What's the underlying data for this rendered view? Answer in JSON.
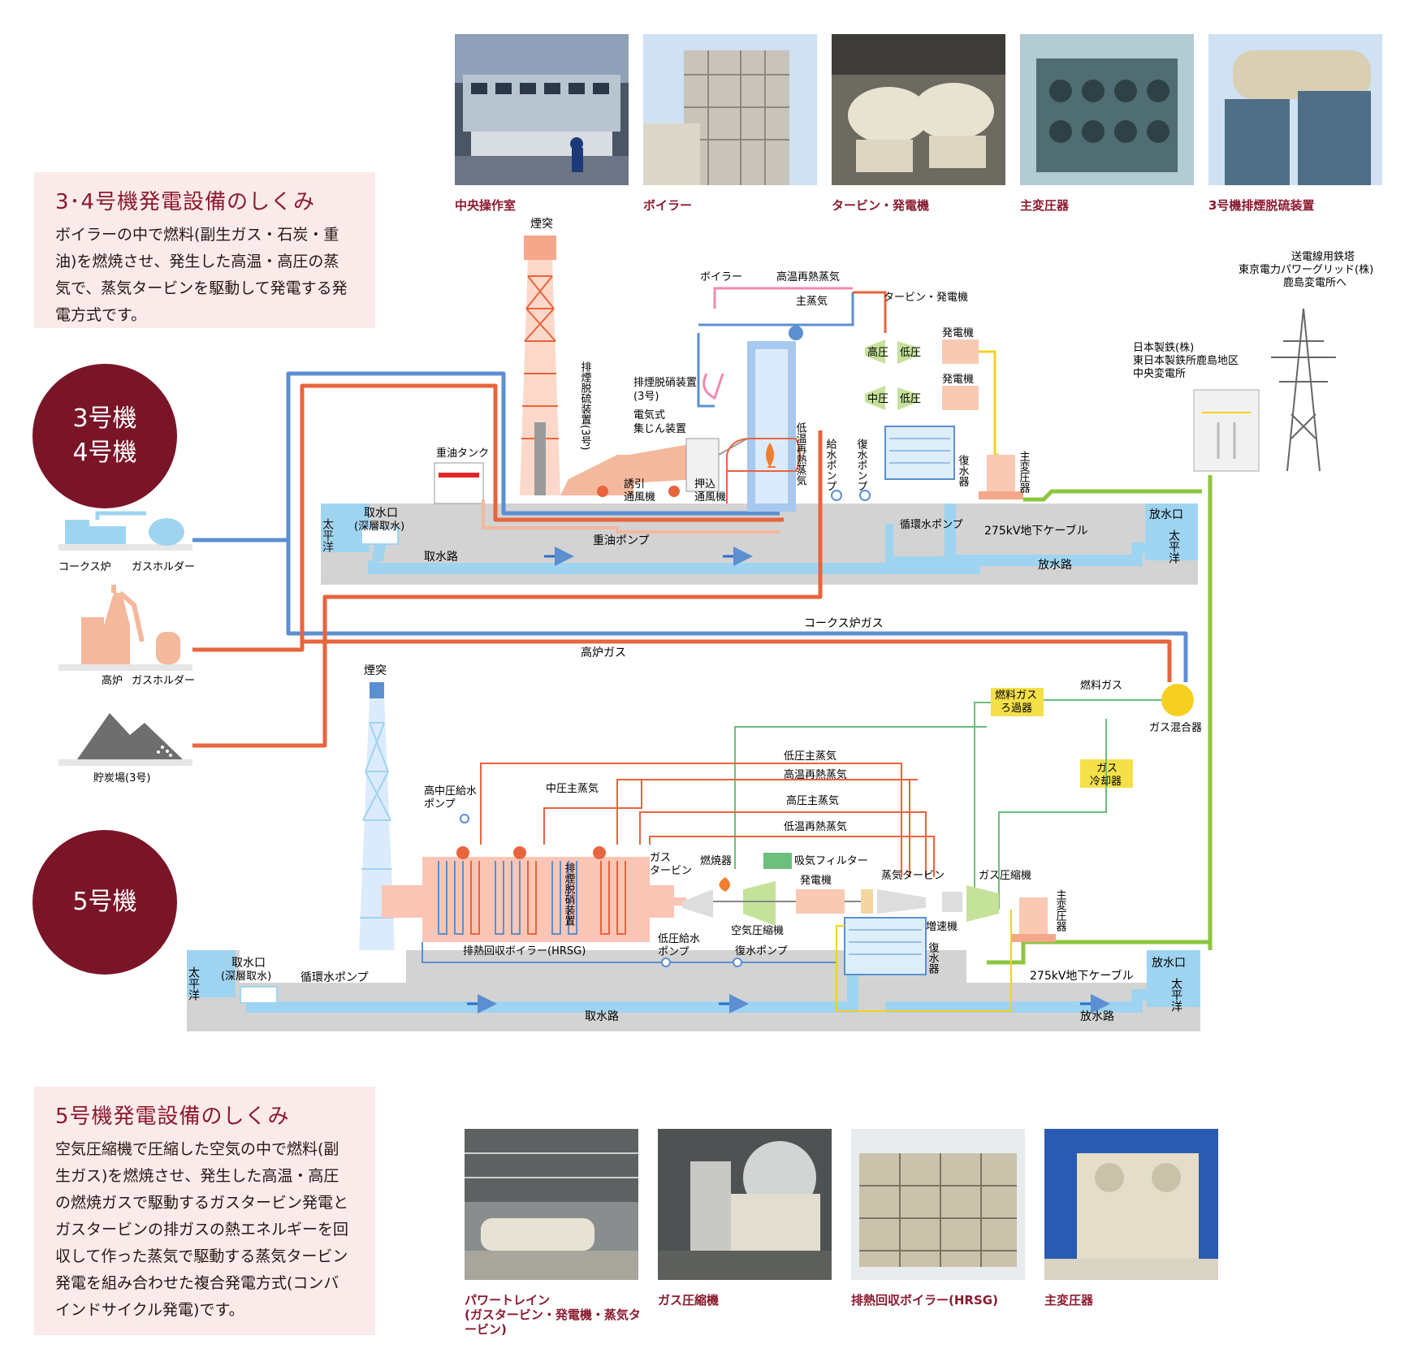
{
  "top_photos": [
    {
      "caption": "中央操作室",
      "icon": "control-room-photo"
    },
    {
      "caption": "ボイラー",
      "icon": "boiler-photo"
    },
    {
      "caption": "タービン・発電機",
      "icon": "turbine-photo"
    },
    {
      "caption": "主変圧器",
      "icon": "transformer-photo"
    },
    {
      "caption": "3号機排煙脱硫装置",
      "icon": "desulfurization-photo"
    }
  ],
  "bottom_photos": [
    {
      "caption": "パワートレイン\n(ガスタービン・発電機・蒸気タービン)",
      "icon": "power-train-photo"
    },
    {
      "caption": "ガス圧縮機",
      "icon": "gas-compressor-photo"
    },
    {
      "caption": "排熱回収ボイラー(HRSG)",
      "icon": "hrsg-photo"
    },
    {
      "caption": "主変圧器",
      "icon": "transformer-photo"
    }
  ],
  "info_34": {
    "title": "3･4号機発電設備のしくみ",
    "body": "ボイラーの中で燃料(副生ガス・石炭・重油)を燃焼させ、発生した高温・高圧の蒸気で、蒸気タービンを駆動して発電する発電方式です。"
  },
  "info_5": {
    "title": "5号機発電設備のしくみ",
    "body": "空気圧縮機で圧縮した空気の中で燃料(副生ガス)を燃焼させ、発生した高温・高圧の燃焼ガスで駆動するガスタービン発電とガスタービンの排ガスの熱エネルギーを回収して作った蒸気で駆動する蒸気タービン発電を組み合わせた複合発電方式(コンバインドサイクル発電)です。"
  },
  "badges": {
    "unit34_line1": "3号機",
    "unit34_line2": "4号機",
    "unit5": "5号機"
  },
  "colors": {
    "accent": "#7a1528",
    "hot": "#e8643c",
    "cold": "#5b8fd1",
    "water": "#9fd4f0",
    "green": "#8cc63f",
    "gas_green": "#6cbf7c",
    "yellow": "#f5d020",
    "pink": "#f08ab0"
  },
  "labels": {
    "coke_oven": "コークス炉",
    "gas_holder_1": "ガスホルダー",
    "blast_furnace": "高炉",
    "gas_holder_2": "ガスホルダー",
    "coal_yard": "貯炭場(3号)",
    "chimney_34": "煙突",
    "desulf_vertical": "排煙脱硫装置(3号)",
    "denitration": "排煙脱硝装置",
    "denitration_sub": "(3号)",
    "esp_line1": "電気式",
    "esp_line2": "集じん装置",
    "idf_line1": "誘引",
    "idf_line2": "通風機",
    "fdf_line1": "押込",
    "fdf_line2": "通風機",
    "oil_tank": "重油タンク",
    "boiler": "ボイラー",
    "hot_reheat": "高温再熱蒸気",
    "main_steam": "主蒸気",
    "turbine_gen": "タービン・発電機",
    "hp": "高圧",
    "lp1": "低圧",
    "ip": "中圧",
    "lp2": "低圧",
    "gen1": "発電機",
    "gen2": "発電機",
    "cold_reheat": "低温再熱蒸気",
    "feed_pump": "給水ポンプ",
    "cond_pump": "復水ポンプ",
    "condenser": "復水器",
    "transformer_34": "主変圧器",
    "pacific_l": "太平洋",
    "intake": "取水口",
    "intake_sub": "(深層取水)",
    "intake_channel": "取水路",
    "oil_pump": "重油ポンプ",
    "circ_pump": "循環水ポンプ",
    "cable_34": "275kV地下ケーブル",
    "outlet": "放水口",
    "pacific_r": "太平洋",
    "discharge": "放水路",
    "tower_line1": "送電線用鉄塔",
    "tower_line2": "東京電力パワーグリッド(株)",
    "tower_line3": "鹿島変電所へ",
    "nsc_line1": "日本製鉄(株)",
    "nsc_line2": "東日本製鉄所鹿島地区",
    "nsc_line3": "中央変電所",
    "coke_gas": "コークス炉ガス",
    "bf_gas": "高炉ガス",
    "fuel_gas": "燃料ガス",
    "fuel_filter_1": "燃料ガス",
    "fuel_filter_2": "ろ過器",
    "gas_mixer": "ガス混合器",
    "gas_cooler_1": "ガス",
    "gas_cooler_2": "冷却器",
    "chimney_5": "煙突",
    "lp_main": "低圧主蒸気",
    "hr_steam": "高温再熱蒸気",
    "hp_main": "高圧主蒸気",
    "cr_steam": "低温再熱蒸気",
    "ip_main": "中圧主蒸気",
    "hip_pump_1": "高中圧給水",
    "hip_pump_2": "ポンプ",
    "scr_5": "排煙脱硝装置",
    "gt_1": "ガス",
    "gt_2": "タービン",
    "combustor": "燃焼器",
    "air_filter": "吸気フィルター",
    "gen_5": "発電機",
    "steam_turbine": "蒸気タービン",
    "gas_comp": "ガス圧縮機",
    "air_comp": "空気圧縮機",
    "gearbox": "増速機",
    "condenser_5": "復水器",
    "transformer_5": "主変圧器",
    "hrsg": "排熱回収ボイラー(HRSG)",
    "lp_feed_1": "低圧給水",
    "lp_feed_2": "ポンプ",
    "cond_pump_5": "復水ポンプ",
    "pacific_l5": "太平洋",
    "intake_5": "取水口",
    "intake_sub_5": "(深層取水)",
    "circ_pump_5": "循環水ポンプ",
    "intake_channel_5": "取水路",
    "cable_5": "275kV地下ケーブル",
    "outlet_5": "放水口",
    "pacific_r5": "太平洋",
    "discharge_5": "放水路"
  }
}
